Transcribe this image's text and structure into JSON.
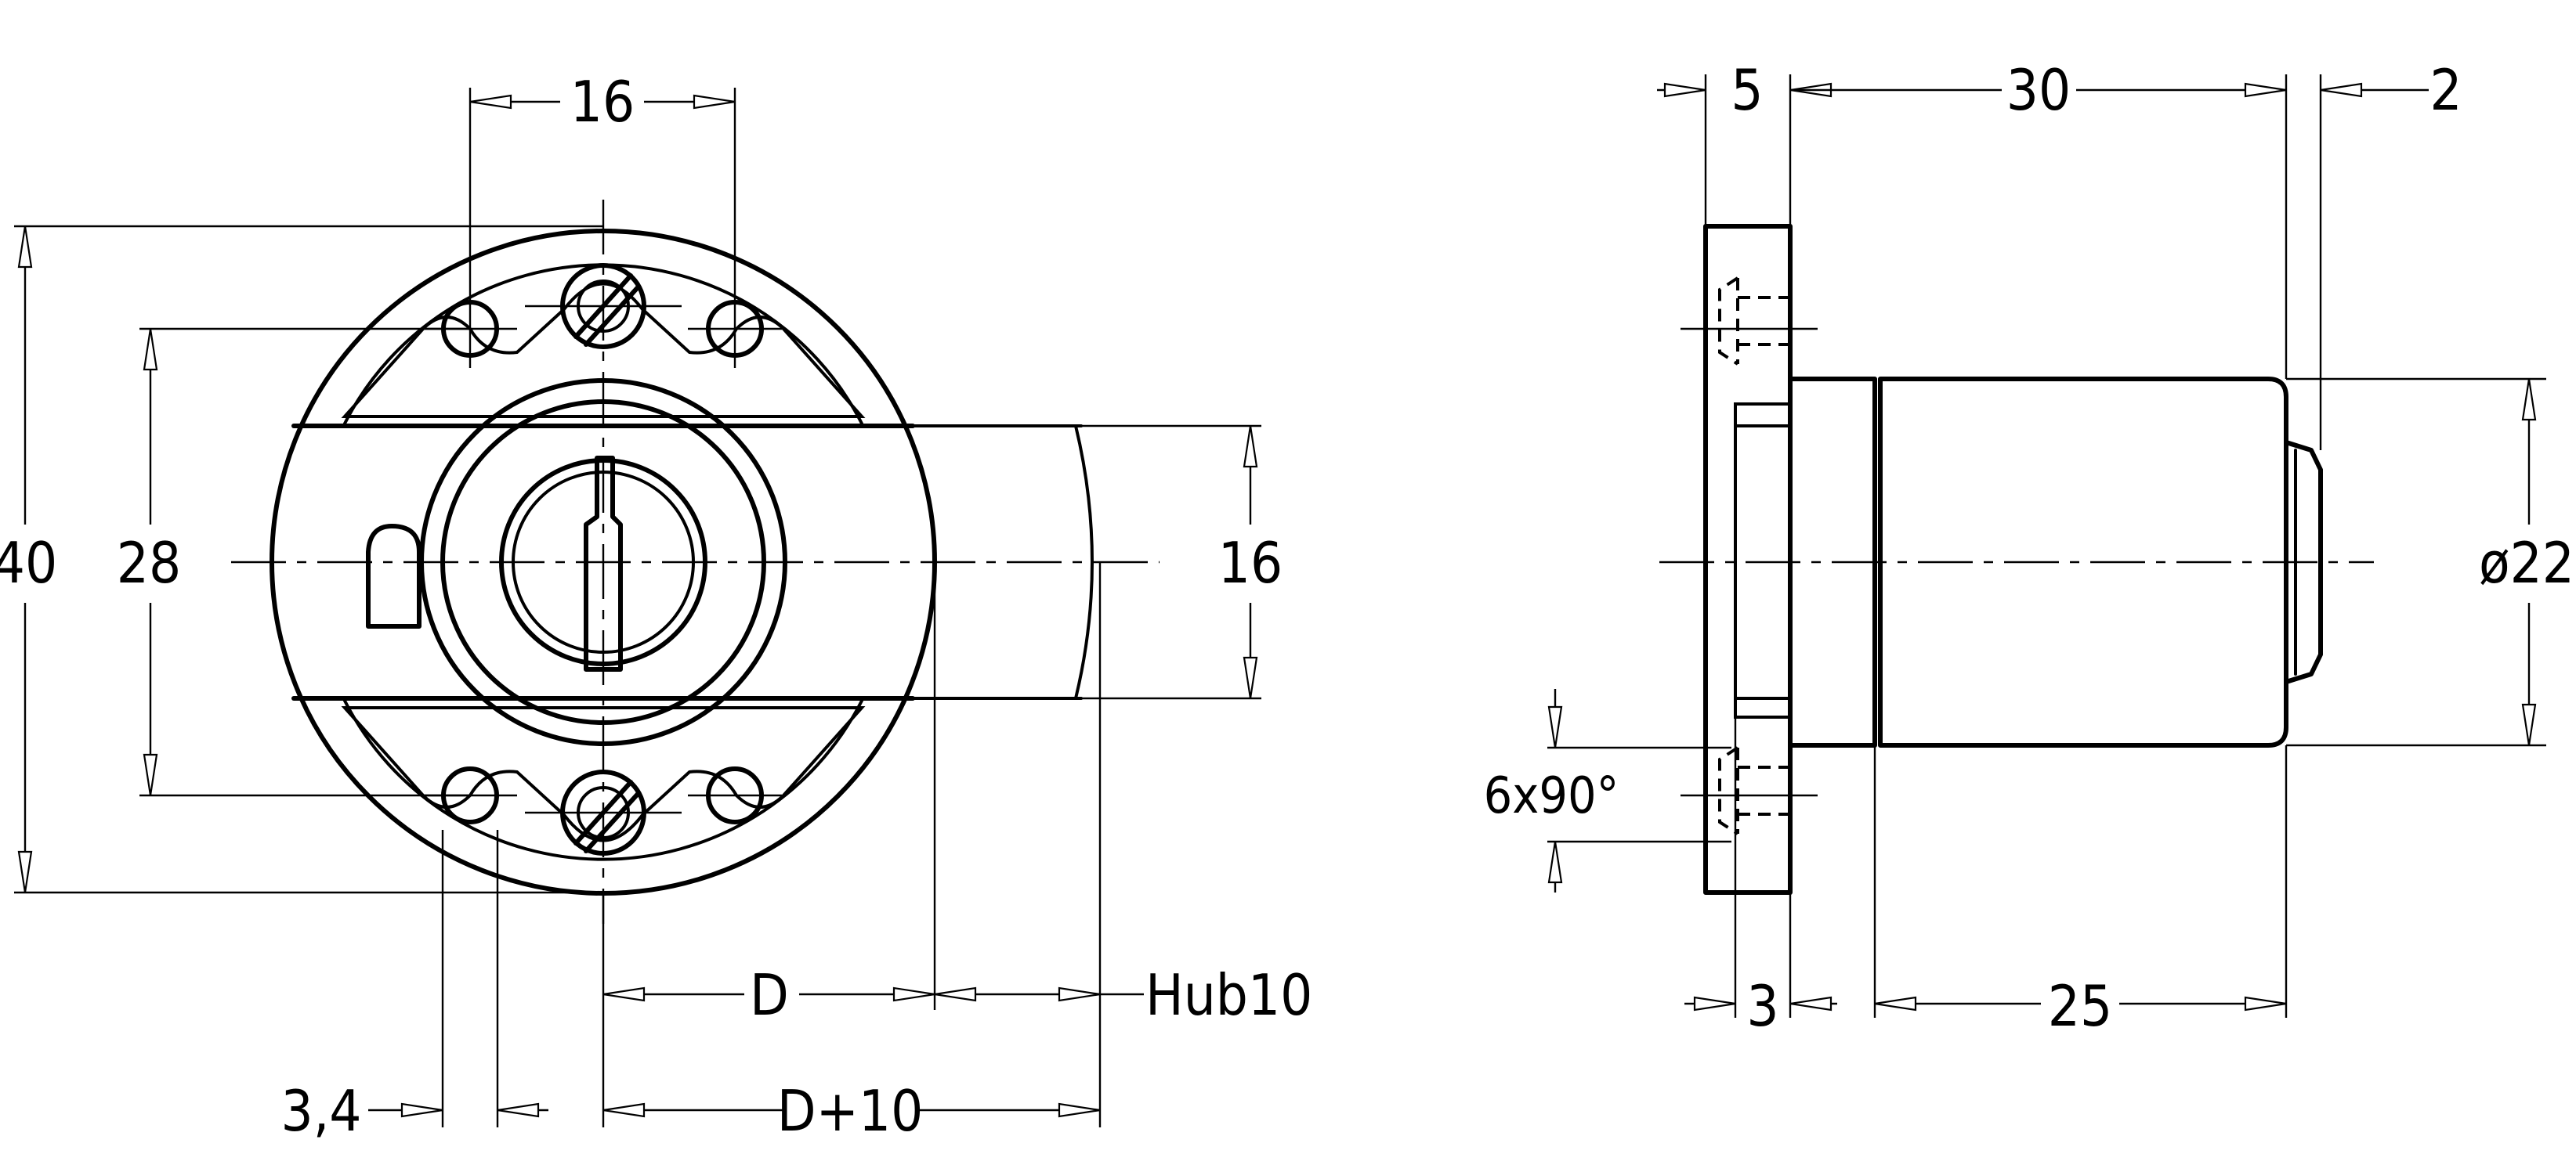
{
  "front_view": {
    "dimensions": {
      "hole_spacing_h": "16",
      "overall_height": "40",
      "hole_spacing_v": "28",
      "flat_height": "16",
      "backset": "D",
      "stroke": "Hub10",
      "hole_diameter": "3,4",
      "backset_plus_stroke": "D+10"
    }
  },
  "side_view": {
    "dimensions": {
      "flange_thickness": "5",
      "body_length": "30",
      "bolt_protrusion": "2",
      "body_diameter": "ø22",
      "countersink": "6x90°",
      "recess_depth": "3",
      "cylinder_length": "25"
    }
  }
}
